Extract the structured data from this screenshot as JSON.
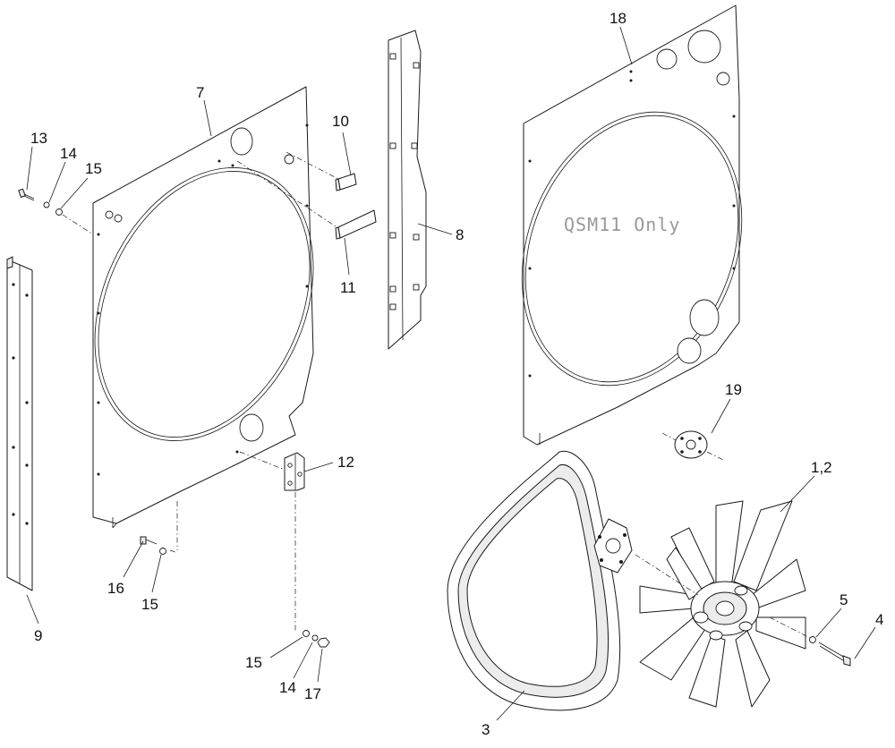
{
  "diagram": {
    "callouts": [
      {
        "id": "c7",
        "text": "7"
      },
      {
        "id": "c8",
        "text": "8"
      },
      {
        "id": "c9",
        "text": "9"
      },
      {
        "id": "c10",
        "text": "10"
      },
      {
        "id": "c11",
        "text": "11"
      },
      {
        "id": "c12",
        "text": "12"
      },
      {
        "id": "c13",
        "text": "13"
      },
      {
        "id": "c14a",
        "text": "14"
      },
      {
        "id": "c15a",
        "text": "15"
      },
      {
        "id": "c16",
        "text": "16"
      },
      {
        "id": "c15b",
        "text": "15"
      },
      {
        "id": "c15c",
        "text": "15"
      },
      {
        "id": "c14b",
        "text": "14"
      },
      {
        "id": "c17",
        "text": "17"
      },
      {
        "id": "c18",
        "text": "18"
      },
      {
        "id": "c19",
        "text": "19"
      },
      {
        "id": "c12x",
        "text": "1,2"
      },
      {
        "id": "c5",
        "text": "5"
      },
      {
        "id": "c4",
        "text": "4"
      },
      {
        "id": "c3",
        "text": "3"
      }
    ],
    "note": "QSM11 Only"
  }
}
